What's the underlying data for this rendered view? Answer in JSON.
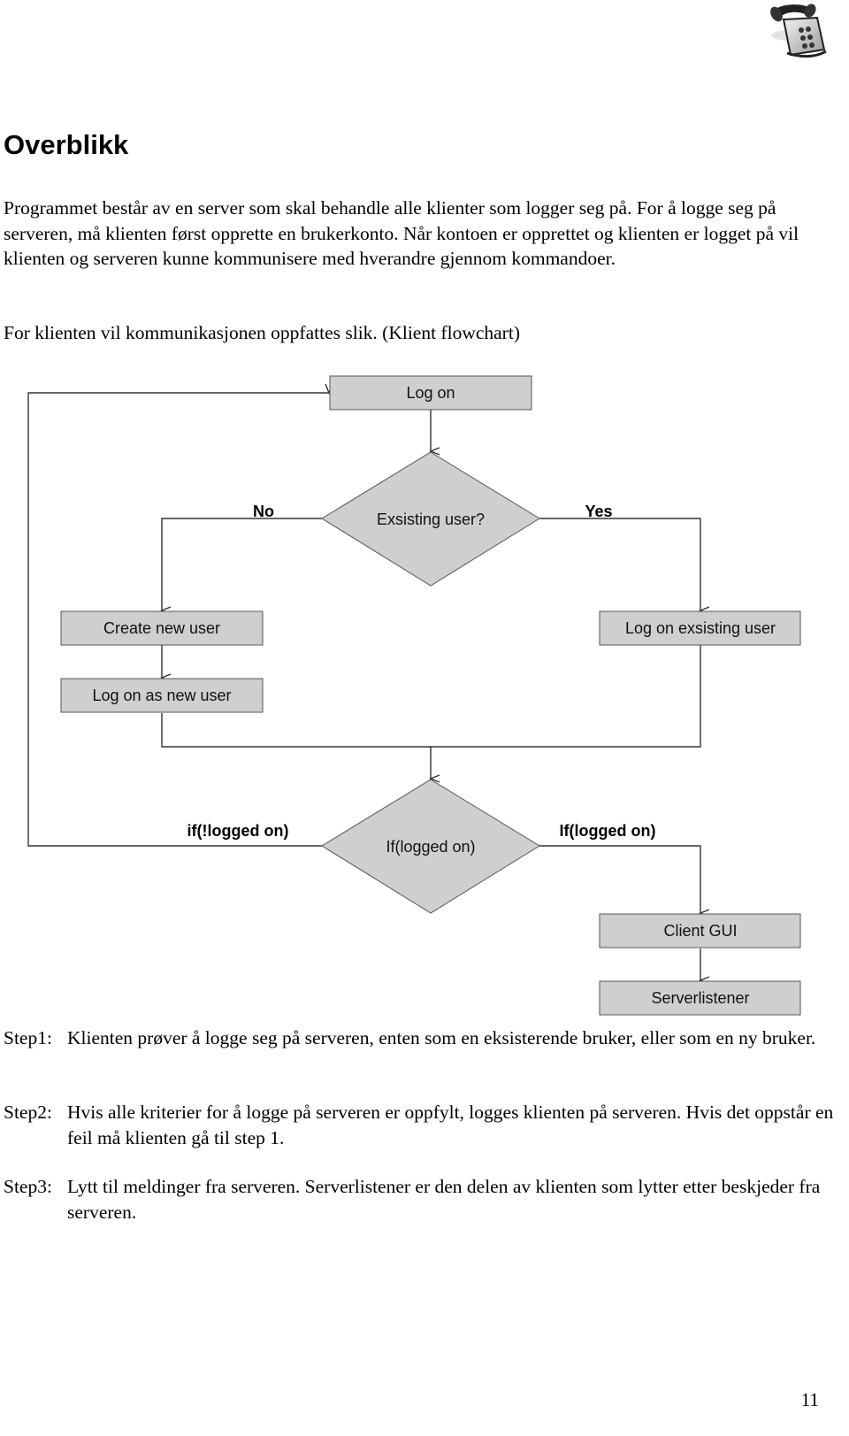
{
  "heading": "Overblikk",
  "intro": "Programmet består av en server som skal behandle alle klienter som logger seg på. For å logge seg på serveren, må klienten først opprette en brukerkonto. Når kontoen er opprettet og klienten er logget på vil klienten og serveren kunne kommunisere med hverandre gjennom kommandoer.",
  "flow_intro": "For klienten vil kommunikasjonen oppfattes slik. (Klient flowchart)",
  "flowchart": {
    "log_on": "Log on",
    "decision_user": "Exsisting user?",
    "no_label": "No",
    "yes_label": "Yes",
    "create_new_user": "Create new user",
    "log_on_new_user": "Log on as new user",
    "log_on_existing": "Log on exsisting user",
    "decision_logged": "If(logged on)",
    "not_logged_label": "if(!logged on)",
    "logged_label": "If(logged on)",
    "client_gui": "Client GUI",
    "serverlistener": "Serverlistener"
  },
  "steps": [
    {
      "label": "Step1:",
      "text": "Klienten prøver å logge seg på serveren, enten som en eksisterende bruker, eller som en ny bruker."
    },
    {
      "label": "Step2:",
      "text": "Hvis alle kriterier for å logge på serveren er oppfylt, logges  klienten på serveren. Hvis det oppstår en feil må klienten gå til step 1."
    },
    {
      "label": "Step3:",
      "text": "Lytt til meldinger fra serveren. Serverlistener er den delen av klienten som lytter etter beskjeder fra serveren."
    }
  ],
  "page_number": "11",
  "logo_icon": "telephone-logo-icon"
}
